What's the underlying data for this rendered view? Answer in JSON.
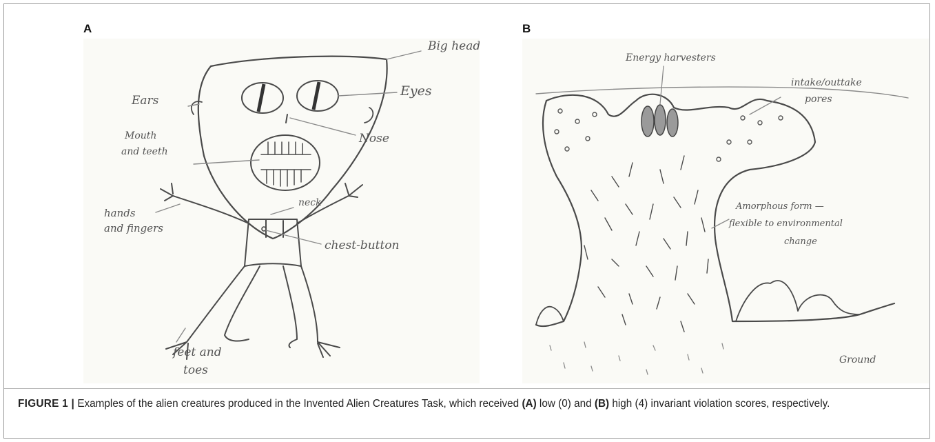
{
  "panels": {
    "a": {
      "letter": "A",
      "labels": {
        "big_head": "Big head",
        "ears": "Ears",
        "eyes": "Eyes",
        "nose": "Nose",
        "mouth_line1": "Mouth",
        "mouth_line2": "and teeth",
        "neck": "neck",
        "hands_line1": "hands",
        "hands_line2": "and fingers",
        "chest": "chest-button",
        "feet_line1": "feet and",
        "feet_line2": "toes"
      }
    },
    "b": {
      "letter": "B",
      "labels": {
        "energy": "Energy harvesters",
        "intake_line1": "intake/outtake",
        "intake_line2": "pores",
        "amorphous_line1": "Amorphous form —",
        "amorphous_line2": "flexible to environmental",
        "amorphous_line3": "change",
        "ground": "Ground"
      }
    }
  },
  "caption": {
    "figure_label": "FIGURE 1 |",
    "text_1": " Examples of the alien creatures produced in the Invented Alien Creatures Task, which received ",
    "a_ref": "(A)",
    "text_2": " low (0) and ",
    "b_ref": "(B)",
    "text_3": " high (4) invariant violation scores, respectively."
  }
}
